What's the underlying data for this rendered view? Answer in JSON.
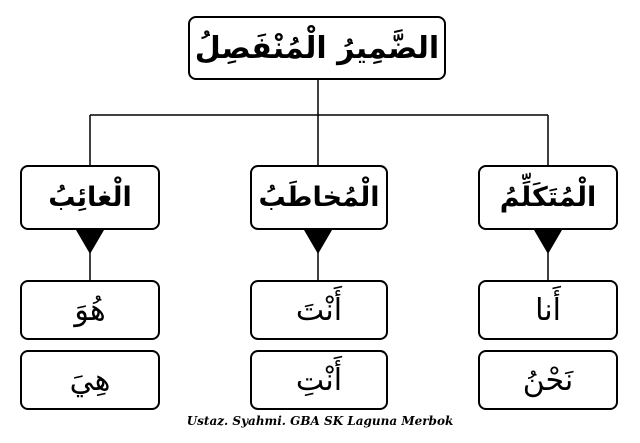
{
  "diagram": {
    "root": "الضَّمِيرُ الْمُنْفَصِلُ",
    "columns": [
      {
        "category": "الْغائِبُ",
        "pronouns": [
          "هُوَ",
          "هِيَ"
        ]
      },
      {
        "category": "الْمُخاطَبُ",
        "pronouns": [
          "أَنْتَ",
          "أَنْتِ"
        ]
      },
      {
        "category": "الْمُتَكَلِّمُ",
        "pronouns": [
          "أَنا",
          "نَحْنُ"
        ]
      }
    ]
  },
  "credit": "Ustaz. Syahmi. GBA SK Laguna Merbok",
  "colors": {
    "stroke": "#000000",
    "background": "#ffffff"
  }
}
